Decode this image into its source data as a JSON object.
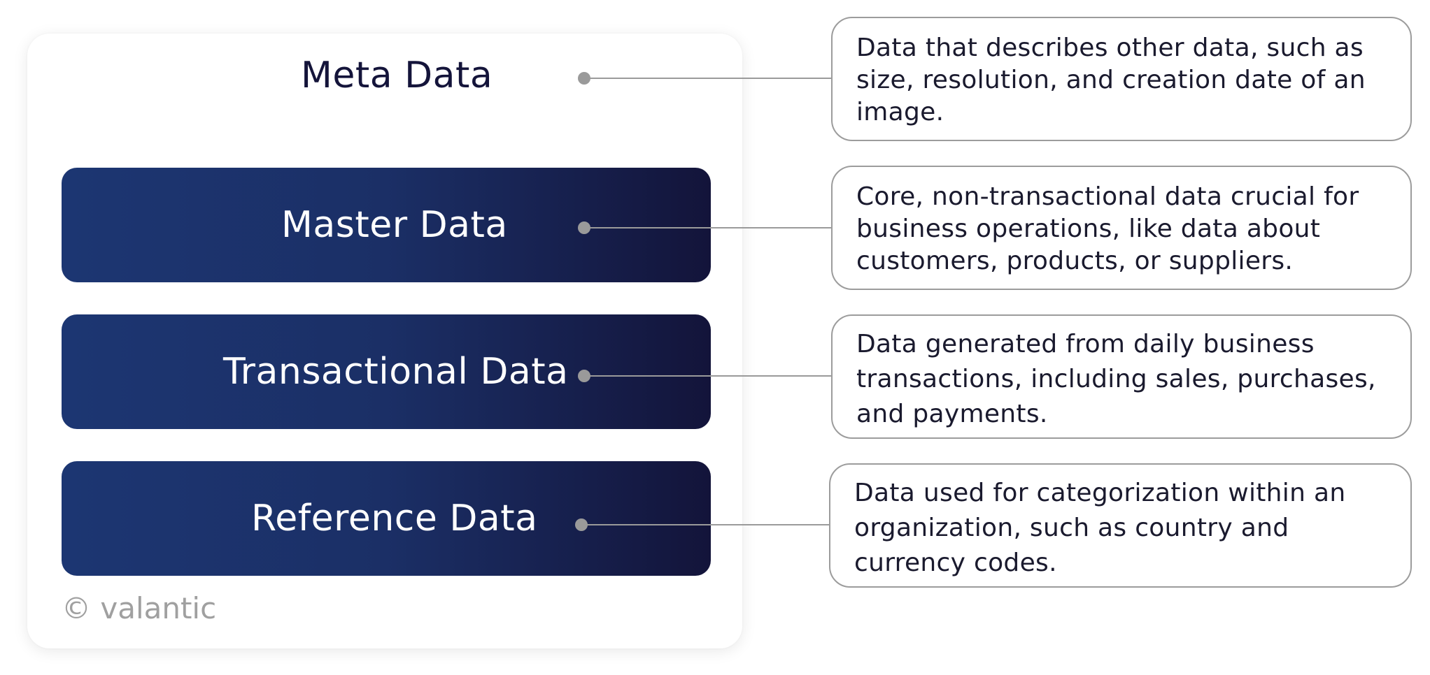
{
  "title": "Meta Data",
  "blocks": [
    {
      "label": "Master Data"
    },
    {
      "label": "Transactional Data"
    },
    {
      "label": "Reference Data"
    }
  ],
  "descriptions": [
    "Data that describes other data, such as size, resolution, and creation date of an image.",
    "Core, non-transactional data crucial for business operations, like data about customers, products, or suppliers.",
    "Data generated from daily business transactions, including sales, purchases, and payments.",
    "Data used for categorization within an organization, such as country and currency codes."
  ],
  "copyright": "© valantic",
  "colors": {
    "block_gradient_start": "#1c3672",
    "block_gradient_end": "#13143a",
    "connector": "#9a9a9a",
    "title_text": "#14143a"
  }
}
